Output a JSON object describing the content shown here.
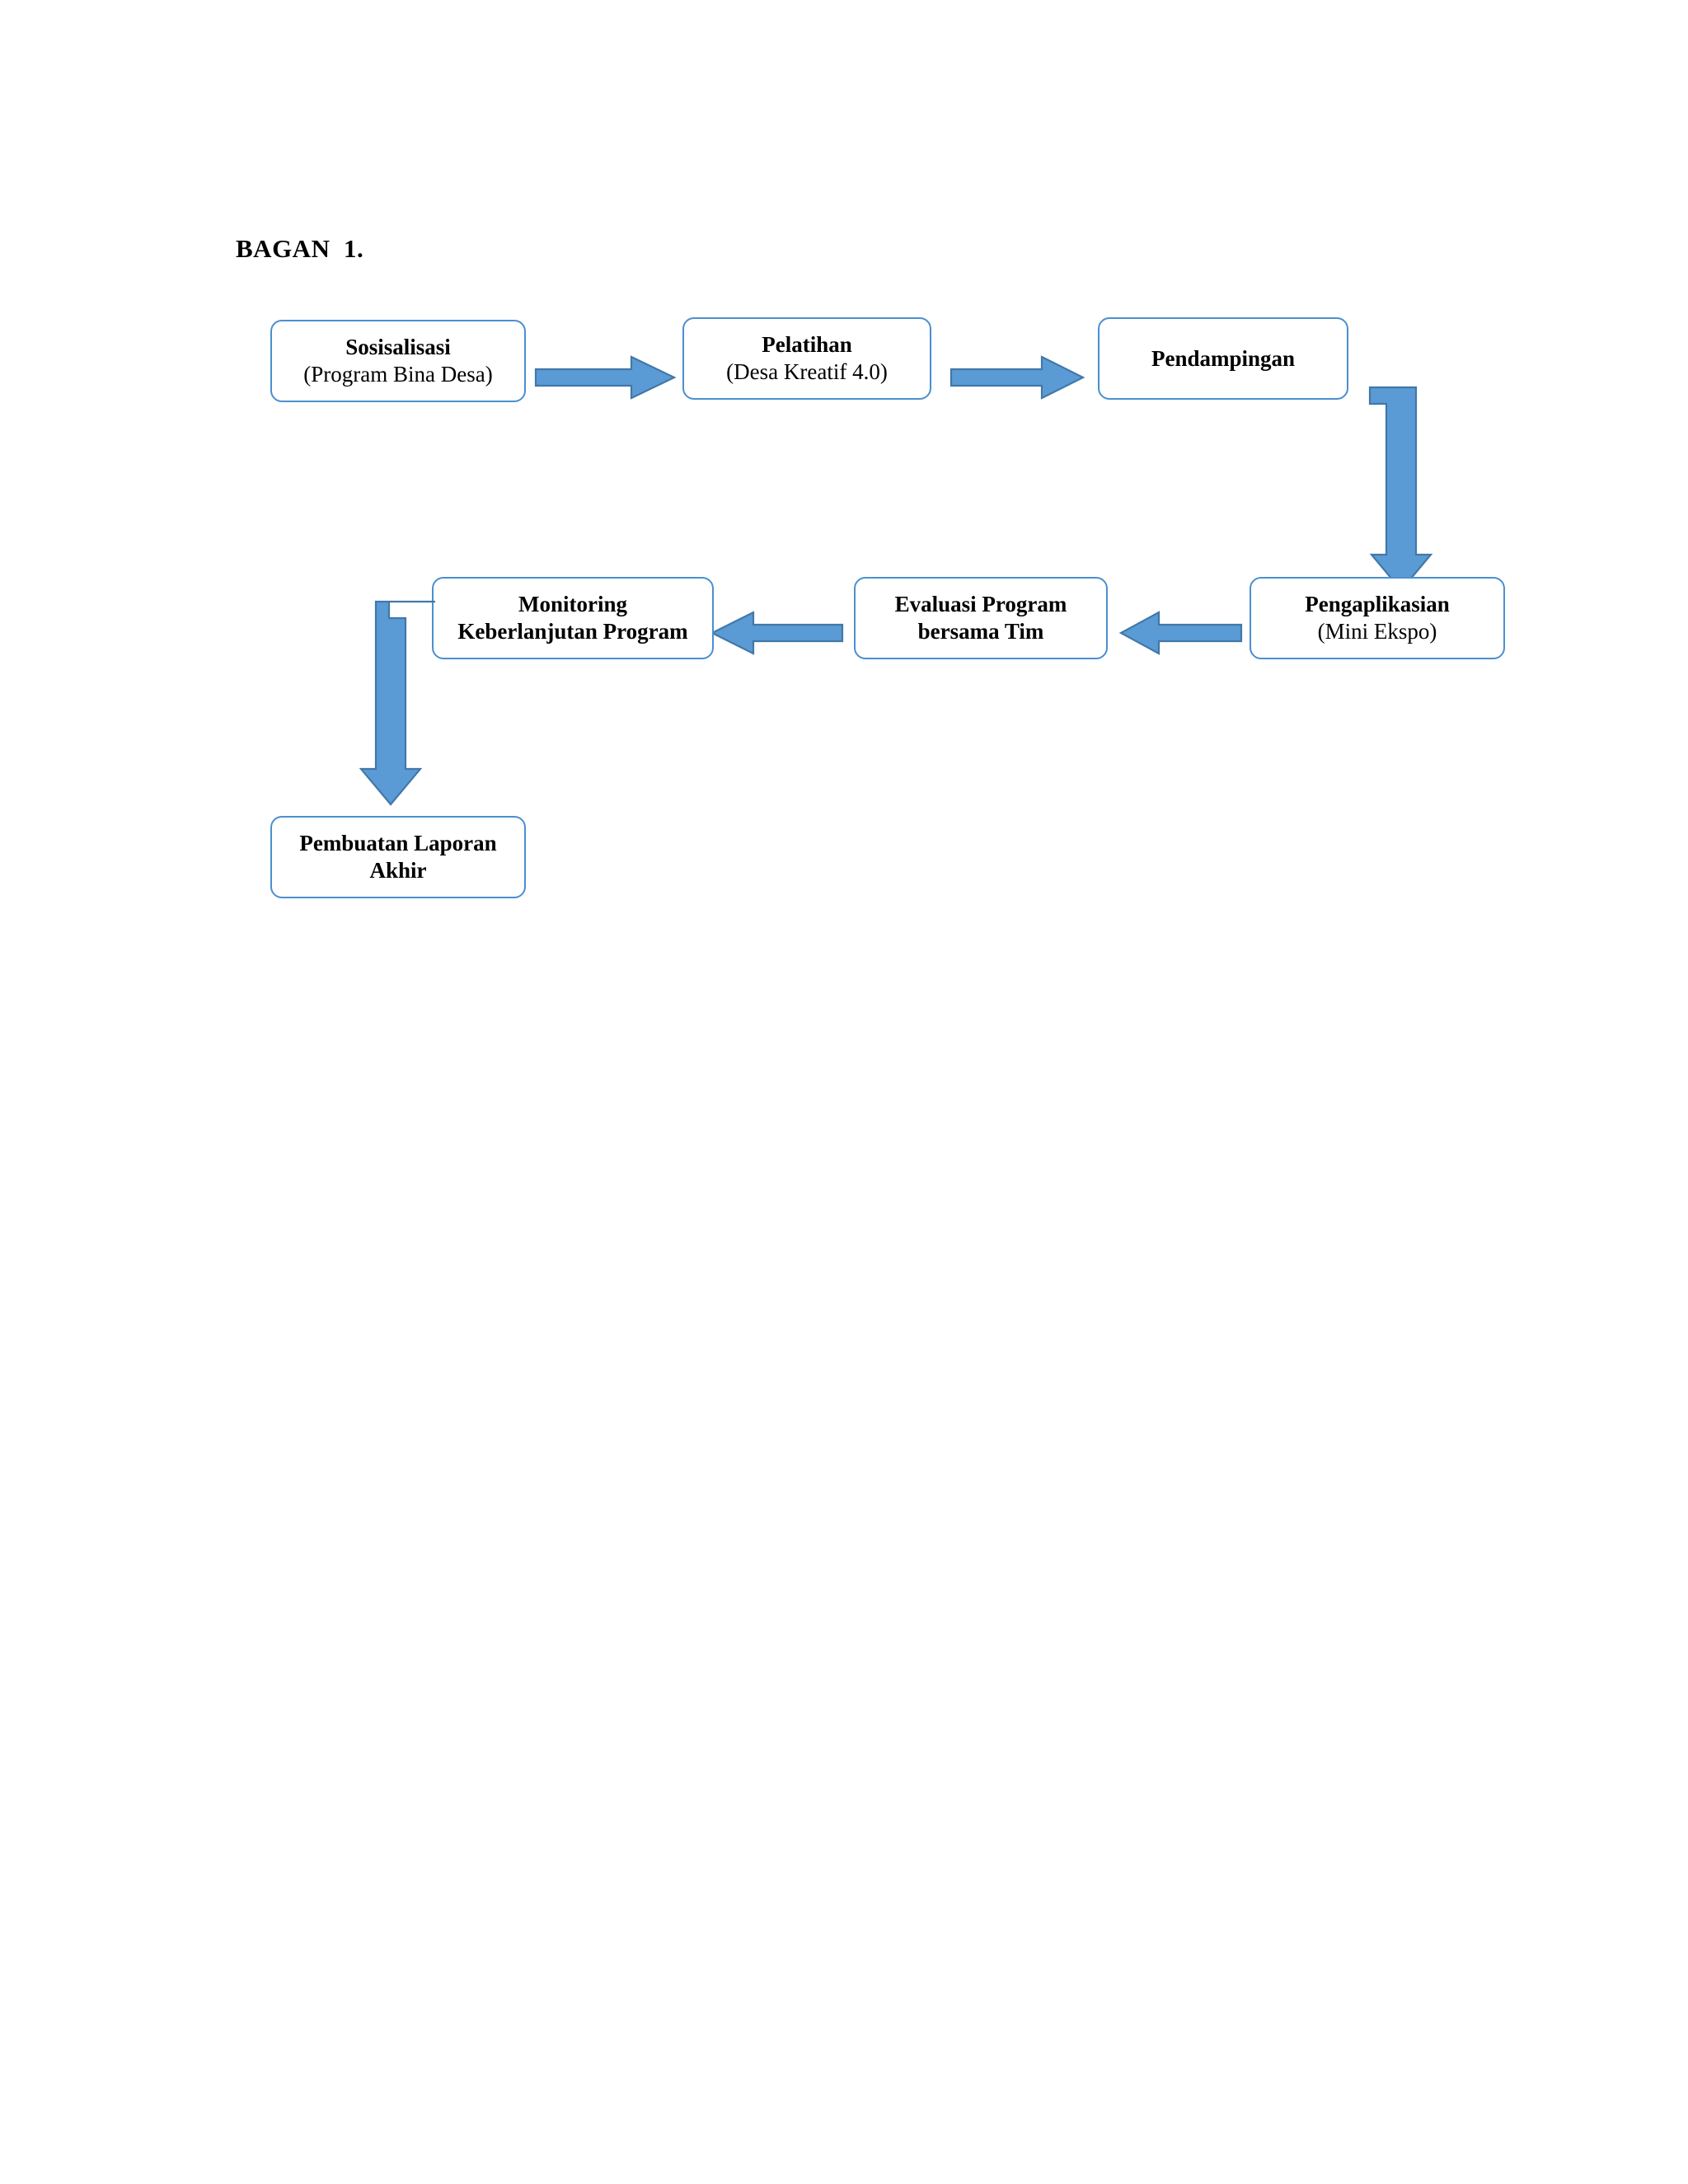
{
  "document": {
    "title": "BAGAN  1."
  },
  "colors": {
    "box_border": "#4b8fd0",
    "box_fill": "#ffffff",
    "arrow_fill": "#5b9bd5",
    "arrow_border": "#4178a8",
    "text": "#000000"
  },
  "chart_data": {
    "type": "diagram",
    "subtype": "flowchart",
    "title": "BAGAN  1.",
    "orientation": "serpentine (row 1 left-to-right, row 2 right-to-left, then down)",
    "nodes": [
      {
        "id": "sosialisasi",
        "line1": "Sosisalisasi",
        "line2": "(Program Bina Desa)",
        "line2_bold": false,
        "row": 1,
        "order": 1
      },
      {
        "id": "pelatihan",
        "line1": "Pelatihan",
        "line2": "(Desa Kreatif 4.0)",
        "line2_bold": false,
        "row": 1,
        "order": 2
      },
      {
        "id": "pendampingan",
        "line1": "Pendampingan",
        "line2": "",
        "line2_bold": false,
        "row": 1,
        "order": 3
      },
      {
        "id": "pengaplikasian",
        "line1": "Pengaplikasian",
        "line2": "(Mini Ekspo)",
        "line2_bold": false,
        "row": 2,
        "order": 4
      },
      {
        "id": "evaluasi",
        "line1": "Evaluasi Program",
        "line2": "bersama Tim",
        "line2_bold": true,
        "row": 2,
        "order": 5
      },
      {
        "id": "monitoring",
        "line1": "Monitoring",
        "line2": "Keberlanjutan Program",
        "line2_bold": true,
        "row": 2,
        "order": 6
      },
      {
        "id": "laporan",
        "line1": "Pembuatan Laporan",
        "line2": "Akhir",
        "line2_bold": true,
        "row": 3,
        "order": 7
      }
    ],
    "edges": [
      {
        "from": "sosialisasi",
        "to": "pelatihan",
        "direction": "right",
        "style": "block-arrow"
      },
      {
        "from": "pelatihan",
        "to": "pendampingan",
        "direction": "right",
        "style": "block-arrow"
      },
      {
        "from": "pendampingan",
        "to": "pengaplikasian",
        "direction": "elbow-down",
        "style": "bent-block-arrow"
      },
      {
        "from": "pengaplikasian",
        "to": "evaluasi",
        "direction": "left",
        "style": "block-arrow"
      },
      {
        "from": "evaluasi",
        "to": "monitoring",
        "direction": "left",
        "style": "block-arrow"
      },
      {
        "from": "monitoring",
        "to": "laporan",
        "direction": "elbow-down",
        "style": "bent-block-arrow"
      }
    ]
  }
}
